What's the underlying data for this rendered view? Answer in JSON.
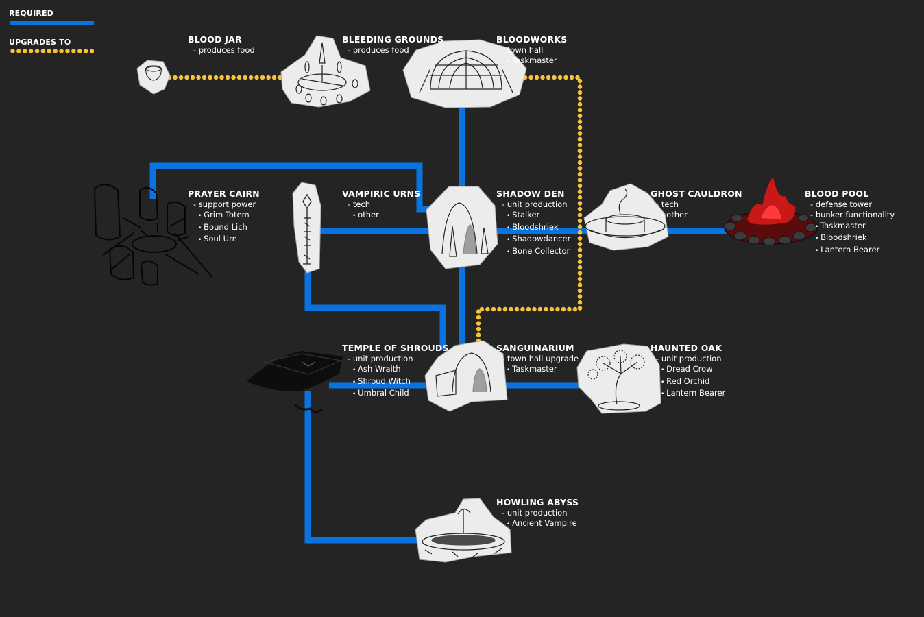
{
  "legend": {
    "required_label": "REQUIRED",
    "upgrades_label": "UPGRADES TO",
    "required_color": "#0a73e0",
    "upgrades_color": "#f5c23a"
  },
  "nodes": [
    {
      "id": "blood-jar",
      "title": "BLOOD JAR",
      "details": [
        "produces food"
      ],
      "units": []
    },
    {
      "id": "bleeding-grounds",
      "title": "BLEEDING GROUNDS",
      "details": [
        "produces food"
      ],
      "units": []
    },
    {
      "id": "bloodworks",
      "title": "BLOODWORKS",
      "details": [
        "town hall"
      ],
      "units": [
        "Taskmaster"
      ]
    },
    {
      "id": "prayer-cairn",
      "title": "PRAYER CAIRN",
      "details": [
        "support power"
      ],
      "units": [
        "Grim Totem",
        "Bound Lich",
        "Soul Urn"
      ]
    },
    {
      "id": "vampiric-urns",
      "title": "VAMPIRIC URNS",
      "details": [
        "tech"
      ],
      "units": [
        "other"
      ]
    },
    {
      "id": "shadow-den",
      "title": "SHADOW DEN",
      "details": [
        "unit production"
      ],
      "units": [
        "Stalker",
        "Bloodshriek",
        "Shadowdancer",
        "Bone Collector"
      ]
    },
    {
      "id": "ghost-cauldron",
      "title": "GHOST CAULDRON",
      "details": [
        "tech"
      ],
      "units": [
        "other"
      ]
    },
    {
      "id": "blood-pool",
      "title": "BLOOD POOL",
      "details": [
        "defense tower",
        "bunker functionality"
      ],
      "units": [
        "Taskmaster",
        "Bloodshriek",
        "Lantern Bearer"
      ]
    },
    {
      "id": "temple-of-shrouds",
      "title": "TEMPLE OF SHROUDS",
      "details": [
        "unit production"
      ],
      "units": [
        "Ash Wraith",
        "Shroud Witch",
        "Umbral Child"
      ]
    },
    {
      "id": "sanguinarium",
      "title": "SANGUINARIUM",
      "details": [
        "town hall upgrade"
      ],
      "units": [
        "Taskmaster"
      ]
    },
    {
      "id": "haunted-oak",
      "title": "HAUNTED OAK",
      "details": [
        "unit production"
      ],
      "units": [
        "Dread Crow",
        "Red Orchid",
        "Lantern Bearer"
      ]
    },
    {
      "id": "howling-abyss",
      "title": "HOWLING ABYSS",
      "details": [
        "unit production"
      ],
      "units": [
        "Ancient Vampire"
      ]
    }
  ]
}
